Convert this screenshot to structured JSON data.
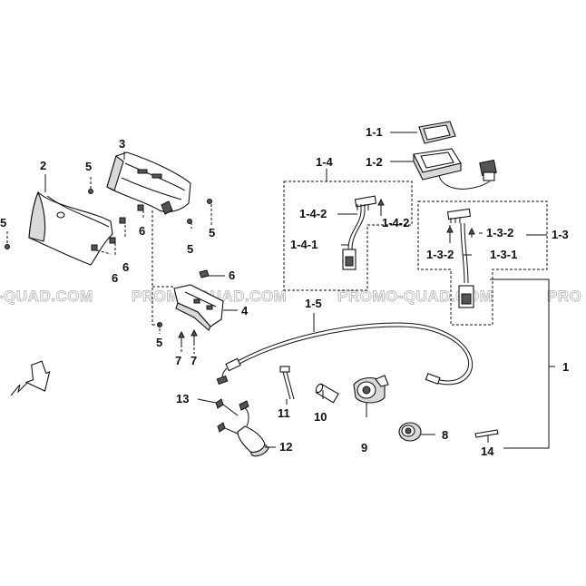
{
  "watermark": {
    "texts": [
      "-QUAD.COM",
      "PROMO-QUAD.COM",
      "PROMO-QUAD.COM",
      "PRO"
    ]
  },
  "labels": {
    "p1": "1",
    "p1_1": "1-1",
    "p1_2": "1-2",
    "p1_3": "1-3",
    "p1_3_1": "1-3-1",
    "p1_3_2a": "1-3-2",
    "p1_3_2b": "1-3-2",
    "p1_4": "1-4",
    "p1_4_1": "1-4-1",
    "p1_4_2a": "1-4-2",
    "p1_4_2b": "1-4-2",
    "p1_5": "1-5",
    "p2": "2",
    "p3": "3",
    "p4": "4",
    "p5a": "5",
    "p5b": "5",
    "p5c": "5",
    "p5d": "5",
    "p5e": "5",
    "p6a": "6",
    "p6b": "6",
    "p6c": "6",
    "p6d": "6",
    "p7a": "7",
    "p7b": "7",
    "p8": "8",
    "p9": "9",
    "p10": "10",
    "p11": "11",
    "p12": "12",
    "p13": "13",
    "p14": "14"
  }
}
